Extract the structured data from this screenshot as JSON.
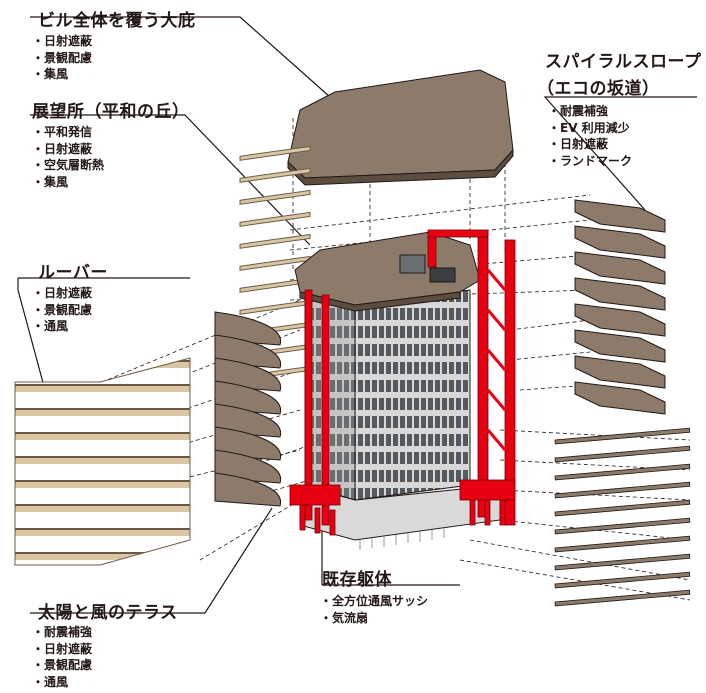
{
  "colors": {
    "frame_red": "#e60012",
    "roof_brown": "#8c7b6b",
    "louver_tan": "#d9c6a5",
    "glass_grey": "#6b6f72",
    "line_black": "#231815"
  },
  "labels": {
    "roof": {
      "title": "ビル全体を覆う大庇",
      "items": [
        "・日射遮蔽",
        "・景観配慮",
        "・集風"
      ]
    },
    "observatory": {
      "title": "展望所（平和の丘）",
      "items": [
        "・平和発信",
        "・日射遮蔽",
        "・空気層断熱",
        "・集風"
      ]
    },
    "louver": {
      "title": "ルーバー",
      "items": [
        "・日射遮蔽",
        "・景観配慮",
        "・通風"
      ]
    },
    "spiral": {
      "title_line1": "スパイラルスロープ",
      "title_line2": "（エコの坂道）",
      "items": [
        "・耐震補強",
        "・EV 利用減少",
        "・日射遮蔽",
        "・ランドマーク"
      ]
    },
    "existing": {
      "title": "既存躯体",
      "items": [
        "・全方位通風サッシ",
        "・気流扇"
      ]
    },
    "terrace": {
      "title": "太陽と風のテラス",
      "items": [
        "・耐震補強",
        "・日射遮蔽",
        "・景観配慮",
        "・通風"
      ]
    }
  }
}
